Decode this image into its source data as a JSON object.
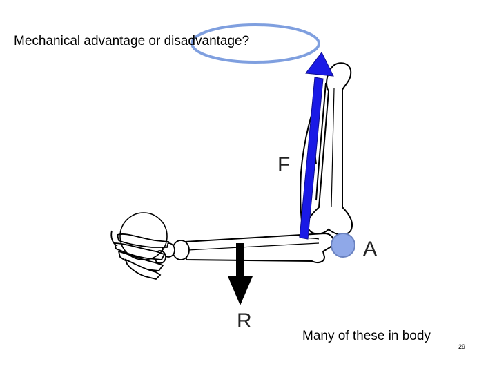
{
  "slide": {
    "title": "Mechanical advantage or disadvantage?",
    "caption": "Many of these in body",
    "page_number": "29"
  },
  "diagram": {
    "force_label": "F",
    "fulcrum_label": "A",
    "resistance_label": "R",
    "colors": {
      "force_arrow": "#1a1ae6",
      "fulcrum_dot": "#8fa8e8",
      "highlight_ellipse": "#7f9fdf",
      "resistance_arrow": "#000000",
      "bone_outline": "#000000"
    },
    "icons": [
      "force-arrow-icon",
      "resistance-arrow-icon",
      "fulcrum-dot-icon"
    ]
  }
}
